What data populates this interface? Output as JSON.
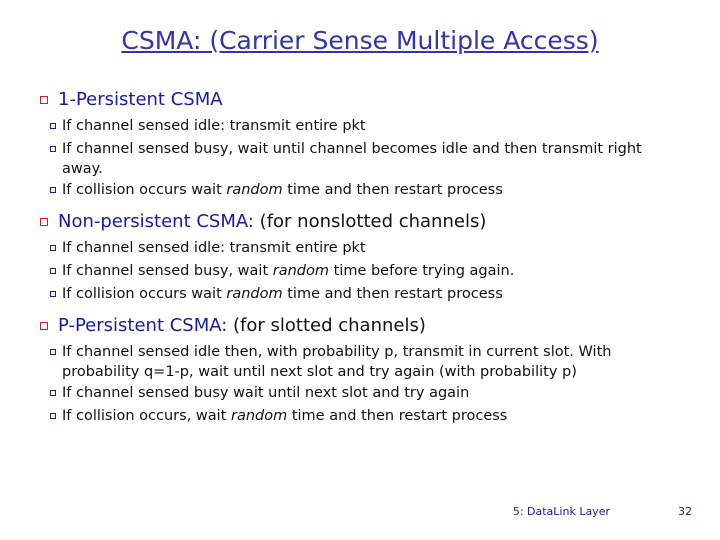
{
  "slide": {
    "title": "CSMA: (Carrier Sense Multiple Access)",
    "sections": [
      {
        "heading": "1-Persistent CSMA",
        "heading_cont": "",
        "items": [
          {
            "pre": "If channel sensed idle: transmit entire pkt",
            "em": "",
            "post": ""
          },
          {
            "pre": "If channel sensed busy, wait until channel becomes idle and then transmit right away.",
            "em": "",
            "post": ""
          },
          {
            "pre": "If collision occurs wait ",
            "em": "random",
            "post": " time and then restart process"
          }
        ]
      },
      {
        "heading": "Non-persistent CSMA:",
        "heading_cont": " (for nonslotted channels)",
        "items": [
          {
            "pre": "If channel sensed idle: transmit entire pkt",
            "em": "",
            "post": ""
          },
          {
            "pre": "If channel sensed busy, wait ",
            "em": "random",
            "post": " time before trying again."
          },
          {
            "pre": "If collision occurs wait ",
            "em": "random",
            "post": " time and then restart process"
          }
        ]
      },
      {
        "heading": "P-Persistent CSMA:",
        "heading_cont": " (for slotted channels)",
        "items": [
          {
            "pre": " If channel sensed idle then, with probability p, transmit in current slot.  With probability q=1-p, wait until next slot and try again (with probability p)",
            "em": "",
            "post": ""
          },
          {
            "pre": "If channel sensed busy wait until next slot and try again",
            "em": "",
            "post": ""
          },
          {
            "pre": "If collision occurs, wait ",
            "em": "random",
            "post": " time and then restart process"
          }
        ]
      }
    ],
    "footer": {
      "label": "5: DataLink Layer",
      "page_number": "32"
    }
  },
  "colors": {
    "title": "#3333aa",
    "heading": "#1a1a9c",
    "bullet1": "#cc2222",
    "bullet2": "#1a1a9c",
    "body_text": "#111111"
  }
}
